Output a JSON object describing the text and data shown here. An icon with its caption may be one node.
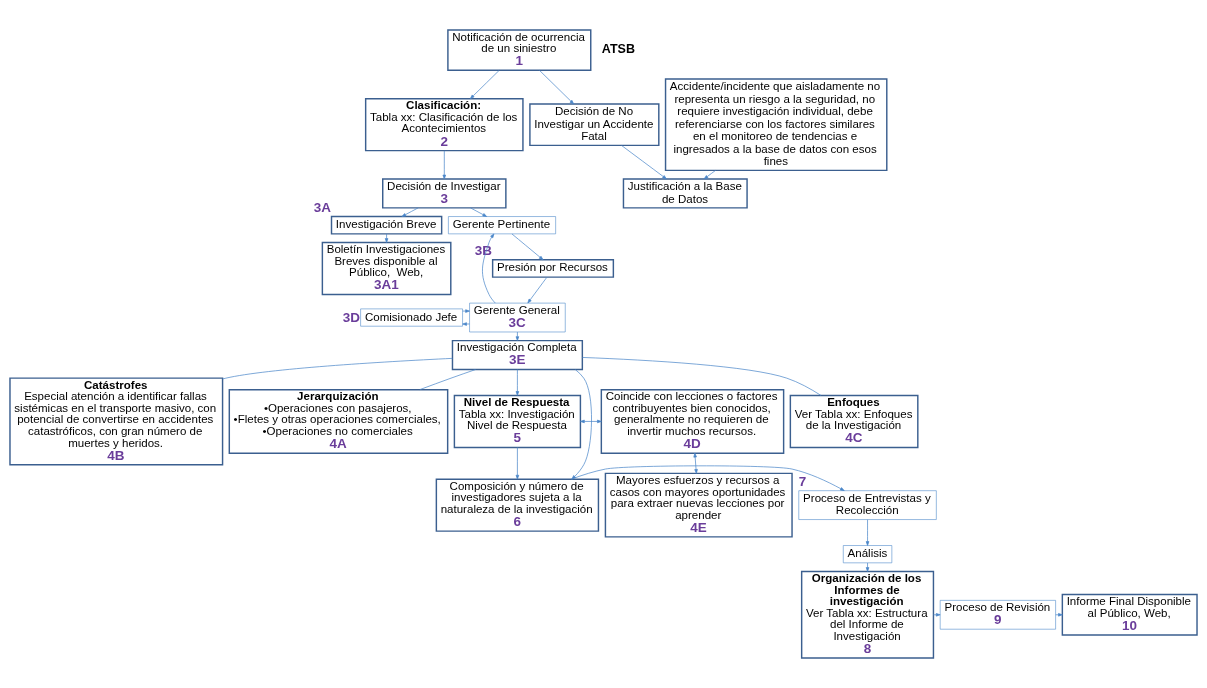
{
  "diagram": {
    "nodes": [
      {
        "text": [
          "Clasificación:",
          "Tabla xx: Clasificación de los Acontecimientos",
          "2"
        ]
      },
      {
        "text": [
          "Decisión de Investigar",
          "3"
        ]
      },
      {
        "text": [
          "Investigación Breve"
        ],
        "beside": [
          "3A"
        ]
      },
      {
        "text": [
          "Jerarquización",
          "•Operaciones con pasajeros,",
          "•Fletes y otras operaciones comerciales,",
          "•Operaciones no comerciales",
          "4A"
        ]
      },
      {
        "text": [
          "Notificación de ocurrencia de un siniestro",
          "1"
        ]
      },
      {
        "text": [
          "Gerente Pertinente"
        ]
      },
      {
        "text": [
          "Presión por Recursos"
        ],
        "beside": [
          "3B"
        ]
      },
      {
        "text": [
          "Investigación Completa",
          "3E"
        ]
      },
      {
        "text": [
          "Catástrofes",
          "Especial atención a identificar fallas sistémicas en el transporte masivo, con potencial de convertirse en accidentes catastróficos, con gran número de muertes y heridos.",
          "4B"
        ]
      },
      {
        "text": [
          "Gerente General",
          "3C"
        ]
      },
      {
        "text": [
          "Decisión de No Investigar un Accidente Fatal"
        ]
      },
      {
        "text": [
          "Comisionado Jefe"
        ],
        "beside": [
          "3D"
        ]
      },
      {
        "text": [
          "Justificación a la Base de Datos"
        ]
      },
      {
        "text": [
          "Coincide con lecciones o factores contribuyentes bien conocidos, generalmente no requieren de invertir muchos recursos.",
          "4D"
        ]
      },
      {
        "text": [
          "Nivel de Respuesta",
          "Tabla xx: Investigación Nivel de Respuesta",
          "5"
        ]
      },
      {
        "text": [
          "Enfoques",
          "Ver Tabla xx: Enfoques de la Investigación",
          "4C"
        ]
      },
      {
        "text": [
          "Proceso de Entrevistas y Recolección"
        ],
        "beside": [
          "7"
        ]
      },
      {
        "text": [
          "Composición y número de investigadores sujeta a la naturaleza de la investigación",
          "6"
        ]
      },
      {
        "text": [
          "Análisis"
        ]
      },
      {
        "text": [
          "Boletín Investigaciones Breves disponible al Público,  Web,",
          "3A1"
        ]
      },
      {
        "text": [
          "Accidente/incidente que aisladamente no representa un riesgo a la seguridad, no requiere investigación individual, debe referenciarse con los factores similares en el monitoreo de tendencias e ingresados a la base de datos con esos fines"
        ]
      },
      {
        "text": [
          "Mayores esfuerzos y recursos a casos con mayores oportunidades para extraer nuevas lecciones por aprender",
          "4E"
        ]
      },
      {
        "text": [
          "Organización de los Informes de investigación",
          "Ver Tabla xx: Estructura del Informe de Investigación",
          "8"
        ]
      },
      {
        "text": [
          "Proceso de Revisión",
          "9"
        ]
      },
      {
        "text": [
          "Informe Final Disponible al Público, Web,",
          "10"
        ]
      }
    ],
    "edges": [
      {
        "from": 4,
        "to": 0,
        "arrow": "to"
      },
      {
        "from": 0,
        "to": 1,
        "arrow": "to"
      },
      {
        "from": 4,
        "to": 10,
        "arrow": "to"
      },
      {
        "from": 10,
        "to": 12,
        "arrow": "to"
      },
      {
        "from": 20,
        "to": 12,
        "arrow": "to"
      },
      {
        "from": 1,
        "to": 5,
        "arrow": "to"
      },
      {
        "from": 1,
        "to": 2,
        "arrow": "to"
      },
      {
        "from": 2,
        "to": 19,
        "arrow": "to"
      },
      {
        "from": 5,
        "to": 6,
        "arrow": "to"
      },
      {
        "from": 6,
        "to": 9,
        "arrow": "to"
      },
      {
        "from": 9,
        "to": 11,
        "arrow": "to"
      },
      {
        "from": 11,
        "to": 9,
        "arrow": "to"
      },
      {
        "from": 9,
        "to": 5,
        "arrow": "to"
      },
      {
        "from": 9,
        "to": 7,
        "arrow": "to"
      },
      {
        "from": 7,
        "to": 3,
        "arrow": "none"
      },
      {
        "from": 7,
        "to": 8,
        "arrow": "none"
      },
      {
        "from": 7,
        "to": 15,
        "arrow": "none"
      },
      {
        "from": 7,
        "to": 14,
        "arrow": "to"
      },
      {
        "from": 7,
        "to": 17,
        "arrow": "to"
      },
      {
        "from": 14,
        "to": 17,
        "arrow": "to"
      },
      {
        "from": 14,
        "to": 13,
        "arrow": "both"
      },
      {
        "from": 13,
        "to": 21,
        "arrow": "both"
      },
      {
        "from": 17,
        "to": 16,
        "arrow": "to"
      },
      {
        "from": 16,
        "to": 18,
        "arrow": "to"
      },
      {
        "from": 18,
        "to": 22,
        "arrow": "to"
      },
      {
        "from": 22,
        "to": 23,
        "arrow": "to"
      },
      {
        "from": 23,
        "to": 24,
        "arrow": "to"
      }
    ],
    "labels": [
      "ATSB"
    ]
  }
}
